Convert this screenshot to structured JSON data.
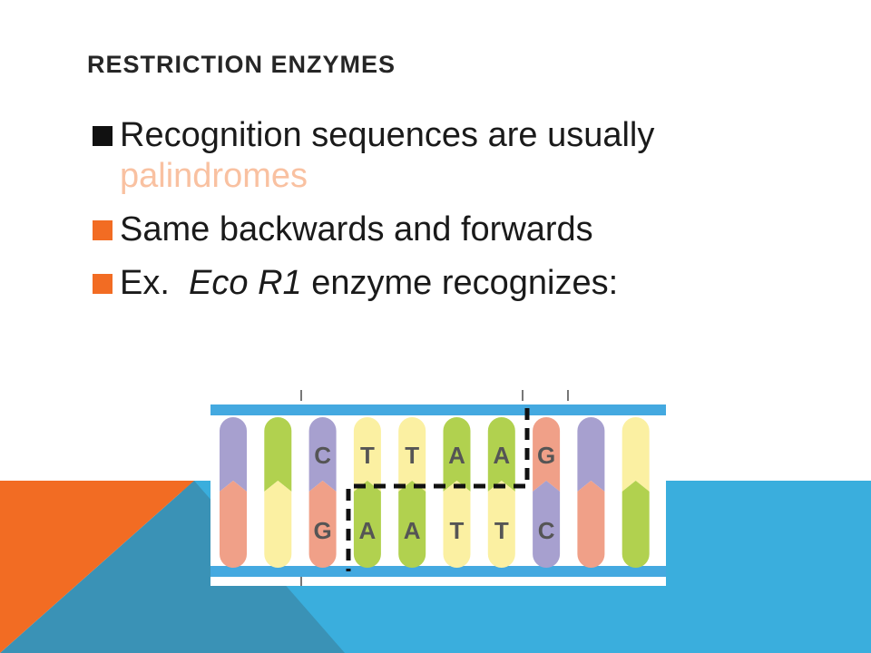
{
  "slide": {
    "title": "RESTRICTION ENZYMES",
    "bullets": [
      {
        "text": "Recognition sequences are usually ",
        "highlight": "palindromes",
        "marker_color": "#111111",
        "highlight_color": "#f9c1a1"
      },
      {
        "text": "Same backwards and forwards",
        "marker_color": "#f26c23"
      },
      {
        "prefix": "Ex.  ",
        "italic": "Eco R1",
        "suffix": " enzyme recognizes:",
        "marker_color": "#f26c23"
      }
    ]
  },
  "figure": {
    "top_strand": [
      "C",
      "T",
      "T",
      "A",
      "A",
      "G"
    ],
    "bottom_strand": [
      "G",
      "A",
      "A",
      "T",
      "T",
      "C"
    ]
  },
  "colors": {
    "accent_orange": "#f26c23",
    "accent_blue": "#3aaedd",
    "accent_teal": "#3a92b6",
    "dna_backbone": "#44a9e0"
  }
}
